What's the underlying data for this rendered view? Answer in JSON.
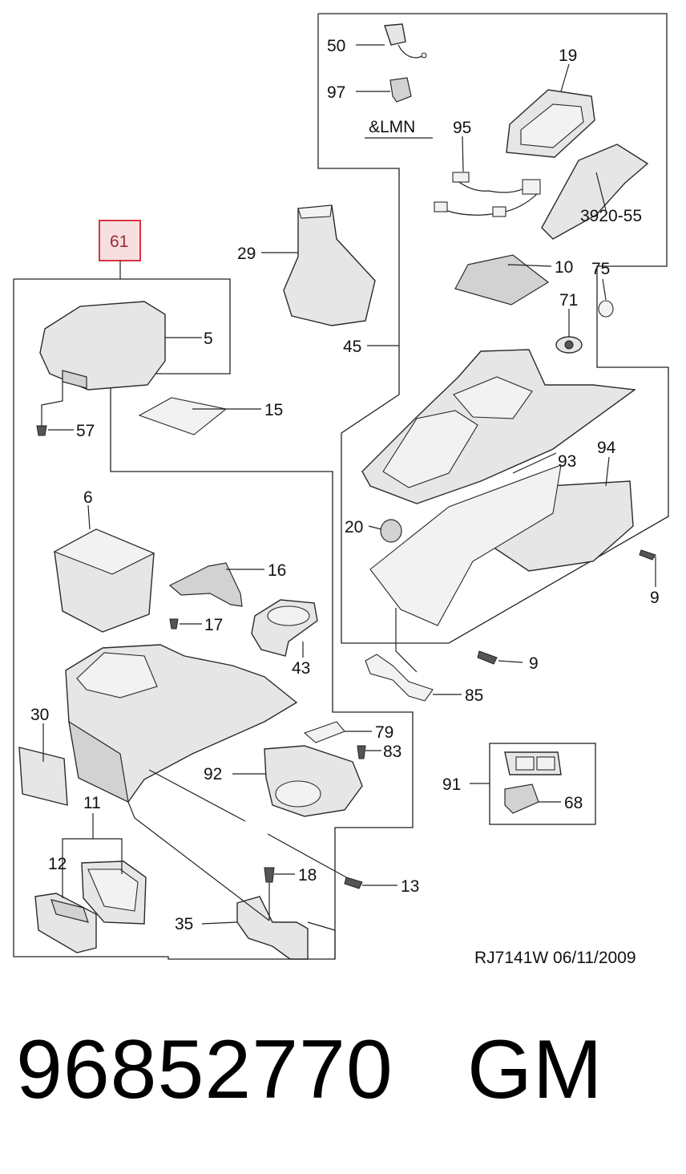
{
  "callouts": {
    "c50": "50",
    "c97": "97",
    "lmn": "&LMN",
    "c19": "19",
    "c95": "95",
    "c3920": "3920-55",
    "c29": "29",
    "c61": "61",
    "c10": "10",
    "c75": "75",
    "c71": "71",
    "c5": "5",
    "c45": "45",
    "c15": "15",
    "c57": "57",
    "c93": "93",
    "c94": "94",
    "c6": "6",
    "c20": "20",
    "c16": "16",
    "c9a": "9",
    "c17": "17",
    "c43": "43",
    "c9b": "9",
    "c85": "85",
    "c30": "30",
    "c79": "79",
    "c83": "83",
    "c92": "92",
    "c91": "91",
    "c68": "68",
    "c11": "11",
    "c12": "12",
    "c18": "18",
    "c13": "13",
    "c35": "35"
  },
  "footer": {
    "drawing_code": "RJ7141W  06/11/2009"
  },
  "bottom": {
    "part_number": "96852770",
    "brand": "GM"
  },
  "highlight_color": "#d9333f"
}
